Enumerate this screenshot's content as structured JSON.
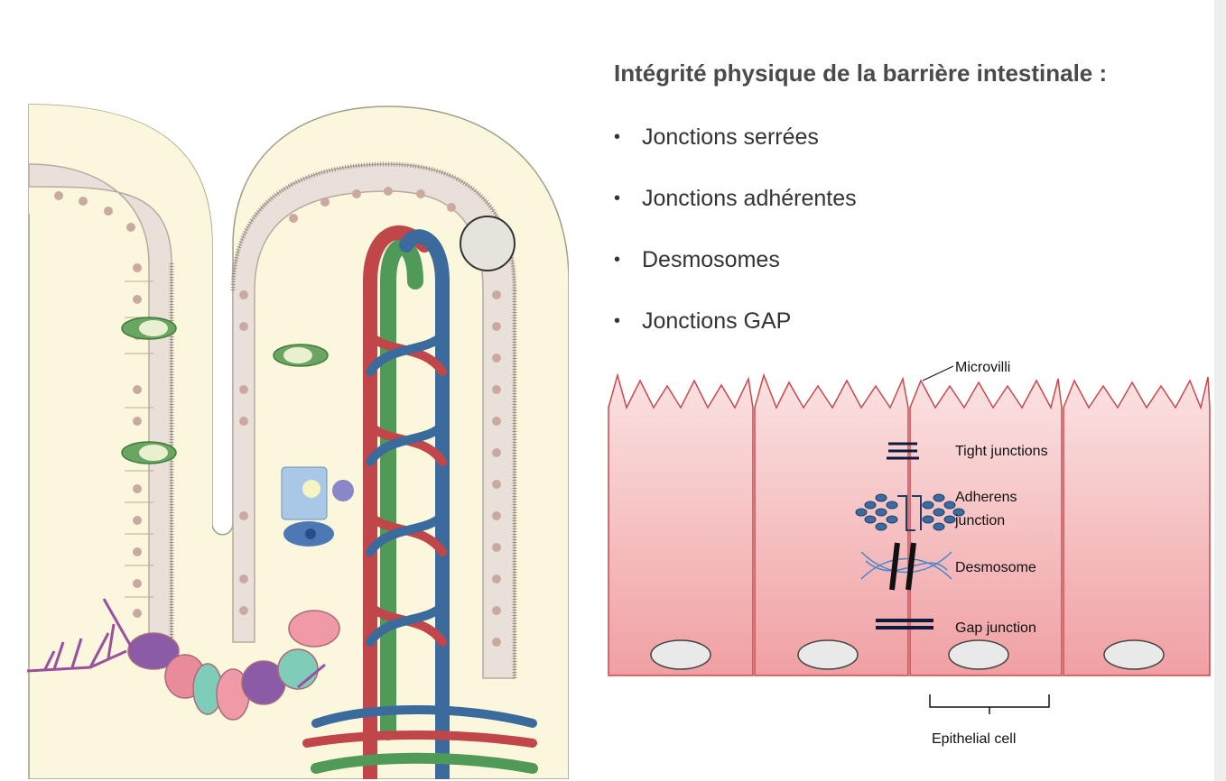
{
  "title": "Intégrité physique de la barrière intestinale :",
  "bullets": [
    "Jonctions serrées",
    "Jonctions adhérentes",
    "Desmosomes",
    "Jonctions GAP"
  ],
  "junction_diagram": {
    "microvilli_label": "Microvilli",
    "tight_label": "Tight junctions",
    "adherens_label_line1": "Adherens",
    "adherens_label_line2": "junction",
    "desmosome_label": "Desmosome",
    "gap_label": "Gap junction",
    "epithelial_label": "Epithelial cell"
  },
  "colors": {
    "lamina": "#fbf8dc",
    "cell_fill": "#eae0da",
    "goblet": "#6aa562",
    "artery": "#c0464a",
    "vein": "#3b6a9c",
    "lacteal": "#4f9a57",
    "cell_pink": "#f1a3a6"
  }
}
